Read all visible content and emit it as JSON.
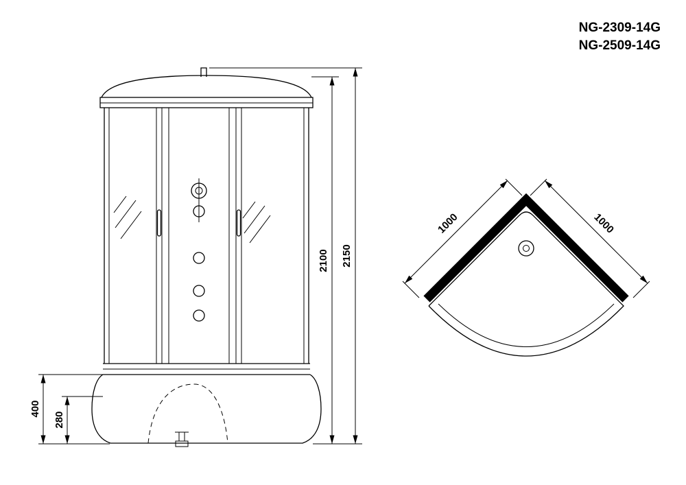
{
  "models": [
    "NG-2309-14G",
    "NG-2509-14G"
  ],
  "front_view": {
    "dim_height_total": "2150",
    "dim_height_cabin": "2100",
    "dim_base_height": "400",
    "dim_tray_inner_height": "280"
  },
  "plan_view": {
    "dim_side_left": "1000",
    "dim_side_right": "1000"
  },
  "colors": {
    "line": "#000000",
    "background": "#ffffff"
  }
}
